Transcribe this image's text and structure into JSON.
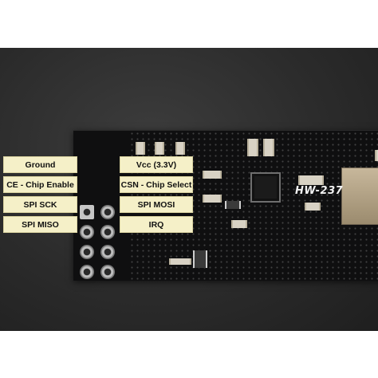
{
  "board": {
    "silkscreen": "HW-237"
  },
  "pin_labels": {
    "left": [
      "Ground",
      "CE - Chip Enable",
      "SPI SCK",
      "SPI MISO"
    ],
    "right": [
      "Vcc (3.3V)",
      "CSN - Chip Select",
      "SPI MOSI",
      "IRQ"
    ]
  }
}
